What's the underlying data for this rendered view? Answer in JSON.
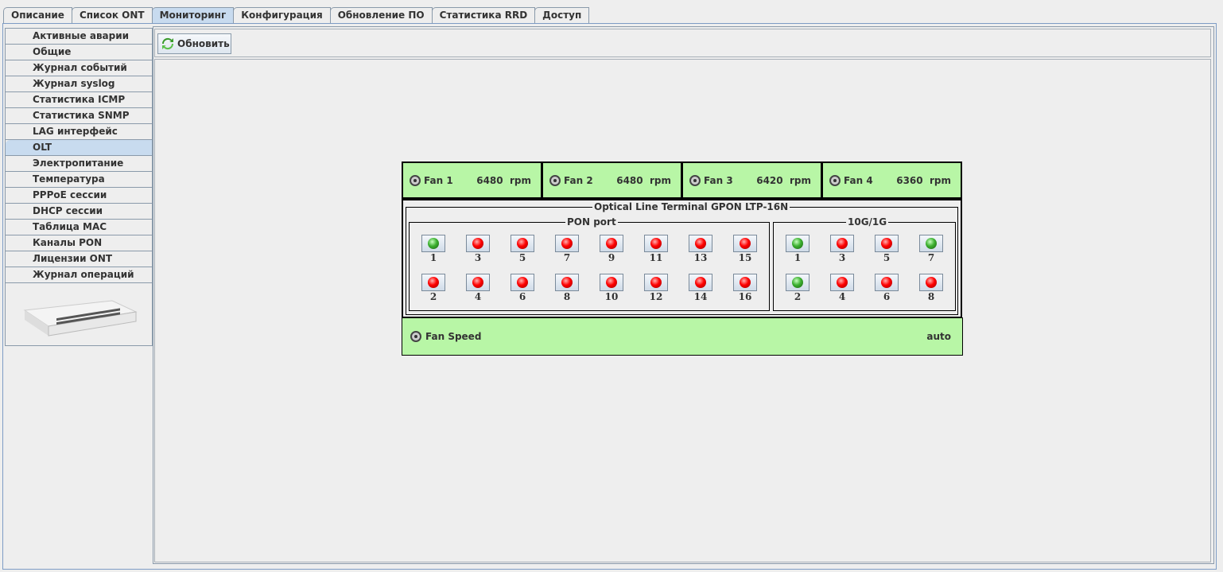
{
  "tabs": [
    "Описание",
    "Список ONT",
    "Мониторинг",
    "Конфигурация",
    "Обновление ПО",
    "Статистика RRD",
    "Доступ"
  ],
  "active_tab": 2,
  "sidebar": [
    "Активные аварии",
    "Общие",
    "Журнал событий",
    "Журнал syslog",
    "Статистика ICMP",
    "Статистика SNMP",
    "LAG интерфейс",
    "OLT",
    "Электропитание",
    "Температура",
    "PPPoE сессии",
    "DHCP сессии",
    "Таблица MAC",
    "Каналы PON",
    "Лицензии ONT",
    "Журнал операций"
  ],
  "active_sidebar": 7,
  "toolbar": {
    "refresh_label": "Обновить"
  },
  "fans": [
    {
      "label": "Fan 1",
      "rpm": "6480  rpm"
    },
    {
      "label": "Fan 2",
      "rpm": "6480  rpm"
    },
    {
      "label": "Fan 3",
      "rpm": "6420  rpm"
    },
    {
      "label": "Fan 4",
      "rpm": "6360  rpm"
    }
  ],
  "olt_title": "Optical Line Terminal GPON LTP-16N",
  "pon": {
    "label": "PON port",
    "ports": [
      {
        "n": "1",
        "up": true
      },
      {
        "n": "3",
        "up": false
      },
      {
        "n": "5",
        "up": false
      },
      {
        "n": "7",
        "up": false
      },
      {
        "n": "9",
        "up": false
      },
      {
        "n": "11",
        "up": false
      },
      {
        "n": "13",
        "up": false
      },
      {
        "n": "15",
        "up": false
      },
      {
        "n": "2",
        "up": false
      },
      {
        "n": "4",
        "up": false
      },
      {
        "n": "6",
        "up": false
      },
      {
        "n": "8",
        "up": false
      },
      {
        "n": "10",
        "up": false
      },
      {
        "n": "12",
        "up": false
      },
      {
        "n": "14",
        "up": false
      },
      {
        "n": "16",
        "up": false
      }
    ]
  },
  "uplink": {
    "label": "10G/1G",
    "ports": [
      {
        "n": "1",
        "up": true
      },
      {
        "n": "3",
        "up": false
      },
      {
        "n": "5",
        "up": false
      },
      {
        "n": "7",
        "up": true
      },
      {
        "n": "2",
        "up": true
      },
      {
        "n": "4",
        "up": false
      },
      {
        "n": "6",
        "up": false
      },
      {
        "n": "8",
        "up": false
      }
    ]
  },
  "fan_speed": {
    "label": "Fan Speed",
    "value": "auto"
  },
  "colors": {
    "fan_bg": "#b8f6a6",
    "active": "#c8dbef"
  }
}
